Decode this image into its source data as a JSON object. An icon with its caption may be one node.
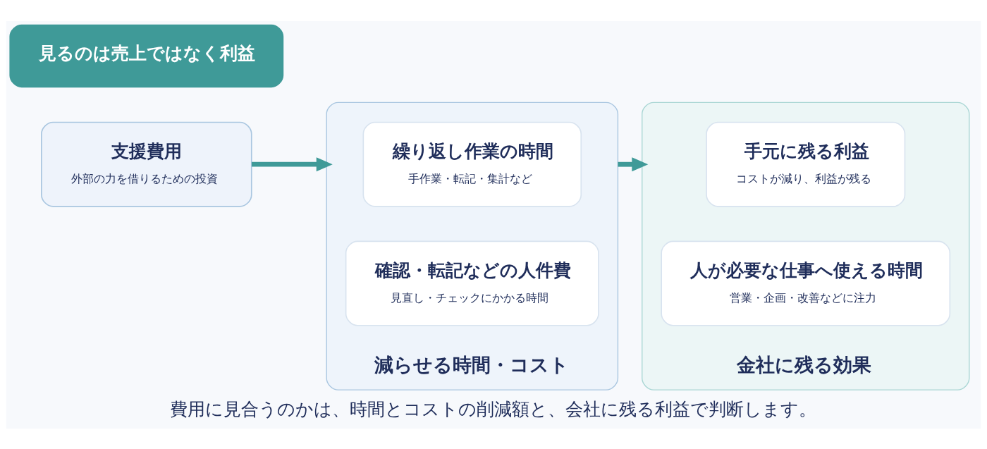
{
  "diagram": {
    "caption": "費用に見合うのかは、時間とコストの削減額と、会社に残る利益で判断します。",
    "nodes": [
      {
        "text": [
          "支援費用",
          "外部の力を借りるための投資"
        ]
      },
      {
        "text": [
          "減らせる時間・コスト"
        ]
      },
      {
        "text": [
          "繰り返し作業の時間",
          "手作業・転記・集計など"
        ],
        "in": 1
      },
      {
        "text": [
          "確認・転記などの人件費",
          "見直し・チェックにかかる時間"
        ],
        "in": 1
      },
      {
        "text": [
          "金社に残る効果"
        ]
      },
      {
        "text": [
          "手元に残る利益",
          "コストが減り、利益が残る"
        ],
        "in": 4
      },
      {
        "text": [
          "人が必要な仕事へ使える時間",
          "営業・企画・改善などに注力"
        ],
        "in": 4
      },
      {
        "text": [
          "見るのは売上ではなく利益"
        ]
      }
    ],
    "edges": [
      {
        "from": 0,
        "to": 1,
        "arrow": "to"
      },
      {
        "from": 1,
        "to": 4,
        "arrow": "to"
      }
    ]
  }
}
